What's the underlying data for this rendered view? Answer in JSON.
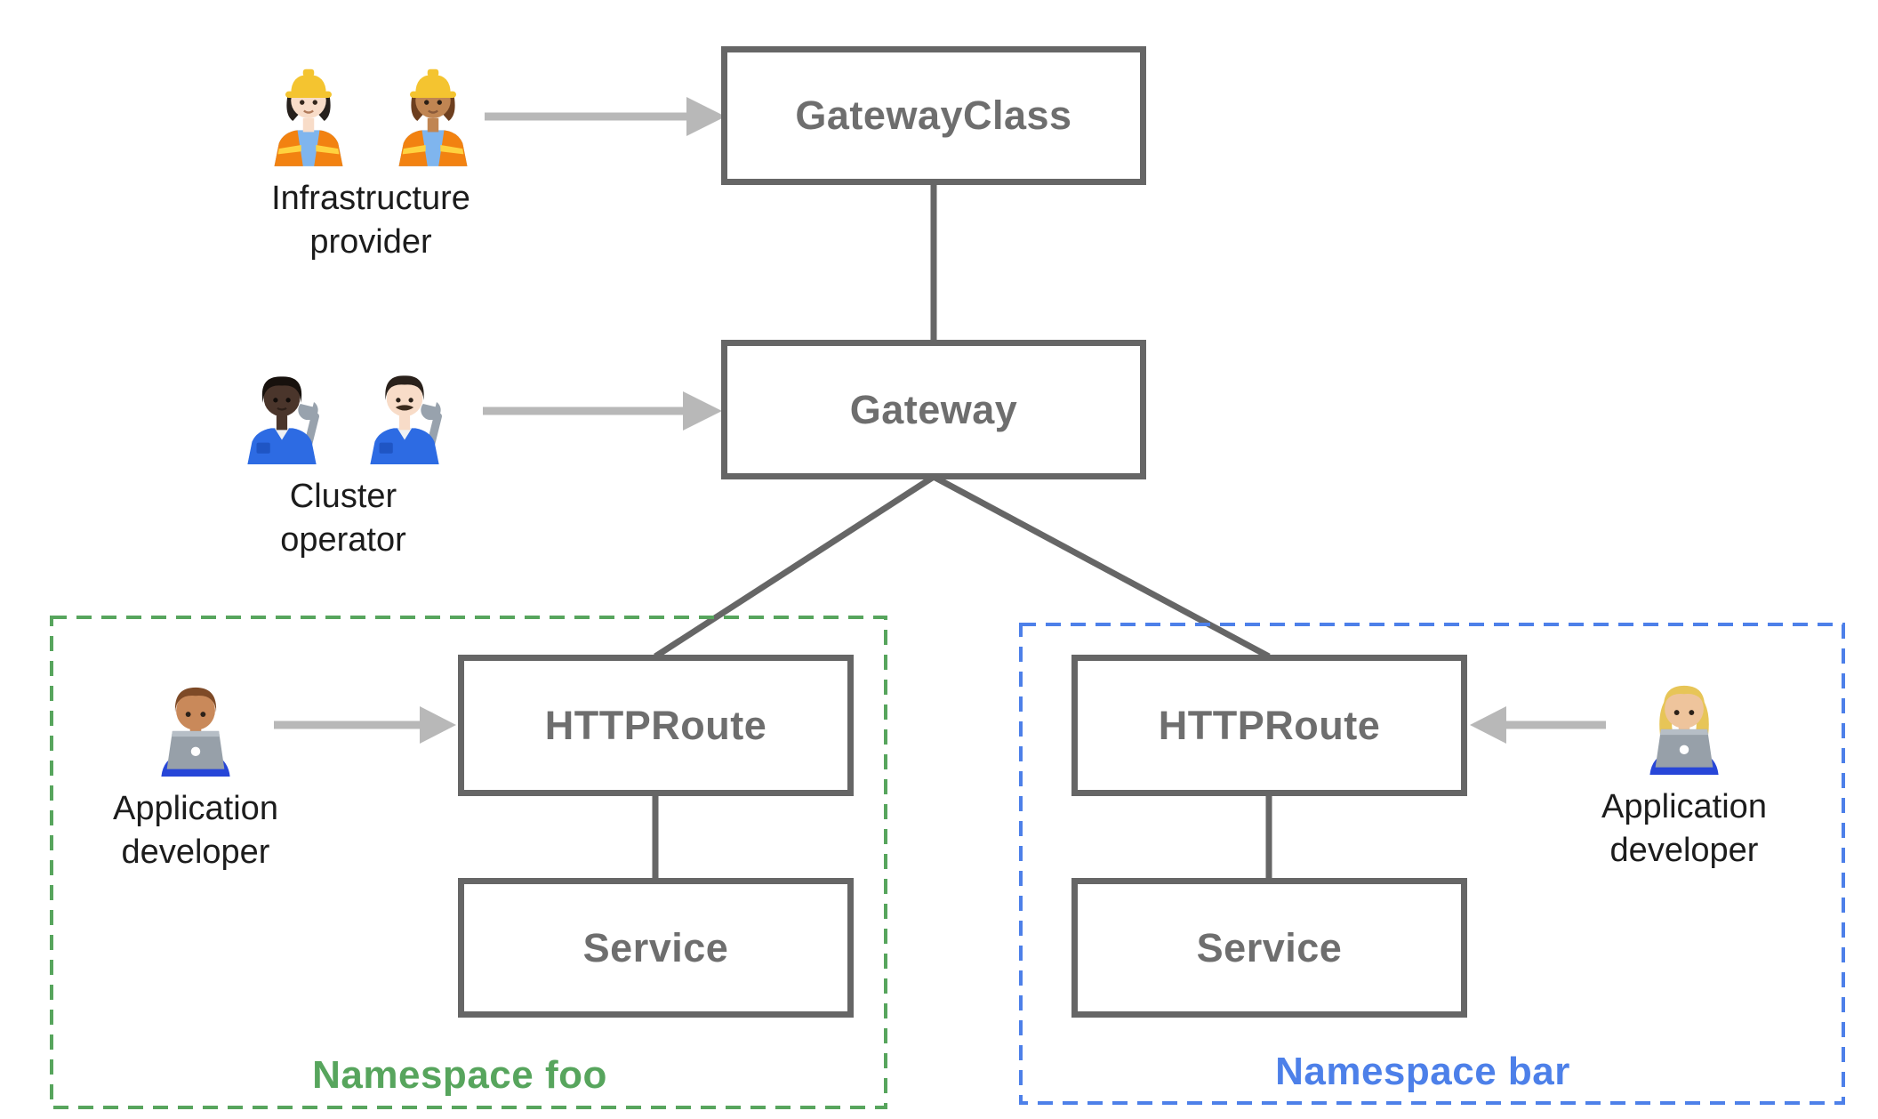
{
  "nodes": {
    "gatewayClass": "GatewayClass",
    "gateway": "Gateway",
    "httprouteFoo": "HTTPRoute",
    "serviceFoo": "Service",
    "httprouteBar": "HTTPRoute",
    "serviceBar": "Service"
  },
  "personas": {
    "infrastructureProvider": {
      "line1": "Infrastructure",
      "line2": "provider",
      "icons": [
        "woman-construction-worker-light-skin-icon",
        "woman-construction-worker-medium-skin-icon"
      ]
    },
    "clusterOperator": {
      "line1": "Cluster",
      "line2": "operator",
      "icons": [
        "mechanic-dark-skin-icon",
        "man-mechanic-light-skin-icon"
      ]
    },
    "appDeveloperFoo": {
      "line1": "Application",
      "line2": "developer",
      "icons": [
        "man-technologist-medium-skin-icon"
      ]
    },
    "appDeveloperBar": {
      "line1": "Application",
      "line2": "developer",
      "icons": [
        "woman-technologist-light-skin-icon"
      ]
    }
  },
  "namespaces": {
    "foo": {
      "label": "Namespace foo",
      "color": "#57a55d"
    },
    "bar": {
      "label": "Namespace bar",
      "color": "#4d80e9"
    }
  },
  "colors": {
    "nodeBorder": "#666666",
    "nodeText": "#6e6e6e",
    "connector": "#666666",
    "arrow": "#b8b8b8",
    "personaText": "#1c1c1c",
    "background": "#ffffff"
  }
}
